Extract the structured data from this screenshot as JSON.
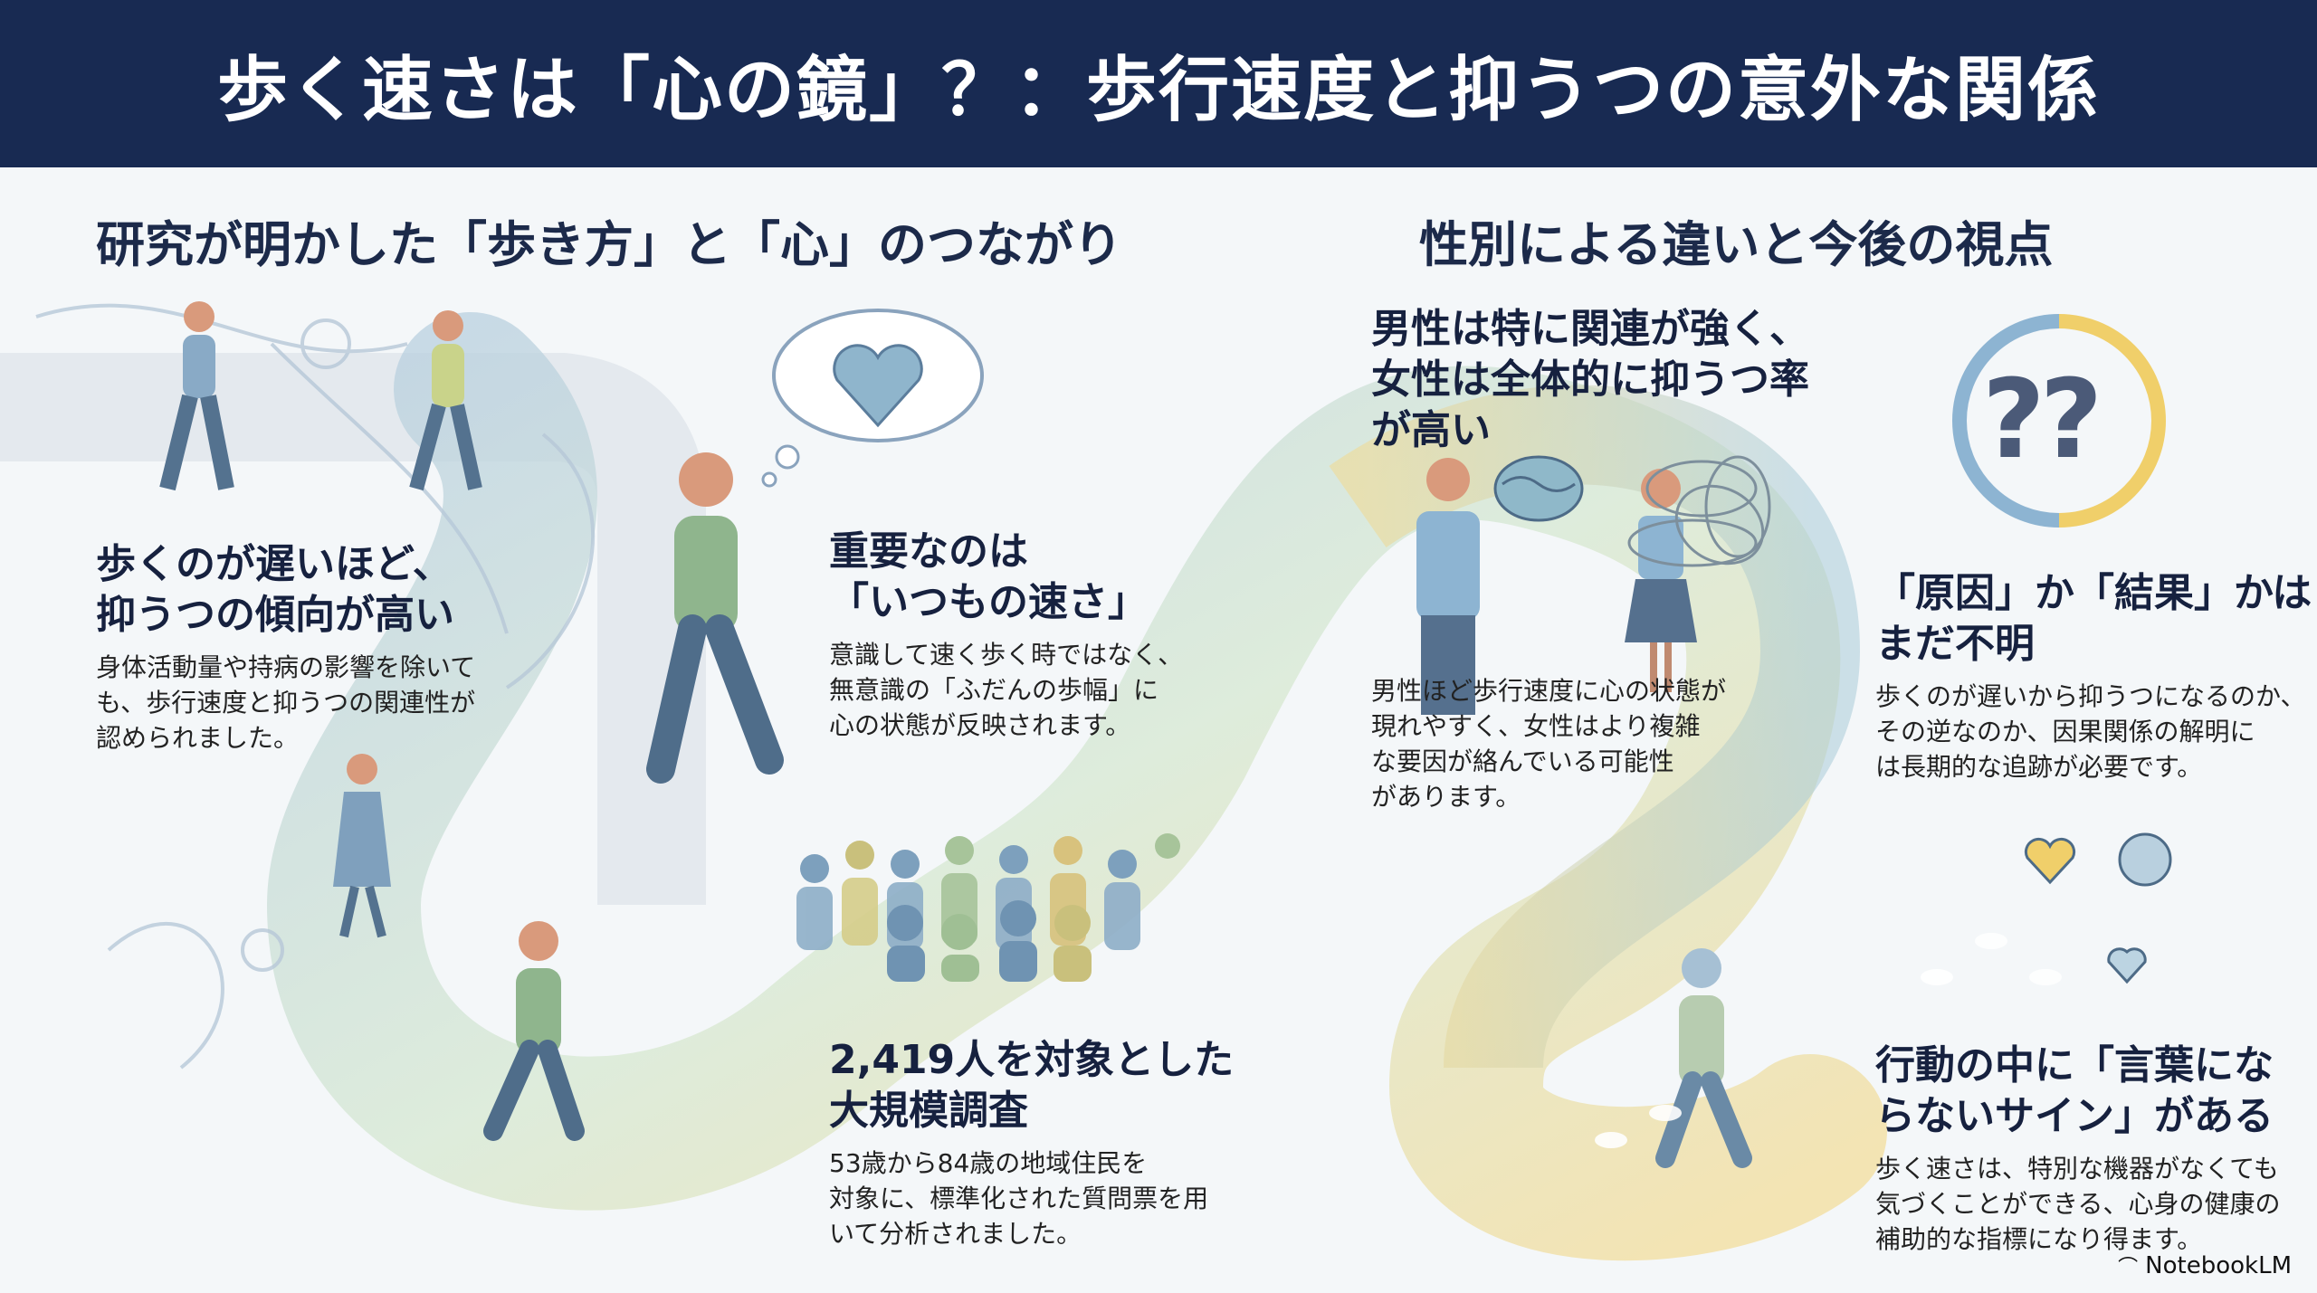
{
  "header": {
    "title": "歩く速さは「心の鏡」？：歩行速度と抑うつの意外な関係"
  },
  "sections": {
    "left_heading": "研究が明かした「歩き方」と「心」のつながり",
    "right_heading": "性別による違いと今後の視点"
  },
  "blocks": [
    {
      "title": "歩くのが遅いほど、\n抑うつの傾向が高い",
      "body": "身体活動量や持病の影響を除いて\nも、歩行速度と抑うつの関連性が\n認められました。"
    },
    {
      "title": "重要なのは\n「いつもの速さ」",
      "body": "意識して速く歩く時ではなく、\n無意識の「ふだんの歩幅」に\n心の状態が反映されます。"
    },
    {
      "title": "2,419人を対象とした\n大規模調査",
      "body": "53歳から84歳の地域住民を\n対象に、標準化された質問票を用\nいて分析されました。"
    },
    {
      "title": "男性は特に関連が強く、\n女性は全体的に抑うつ率\nが高い",
      "body": "男性ほど歩行速度に心の状態が\n現れやすく、女性はより複雑\nな要因が絡んでいる可能性\nがあります。"
    },
    {
      "title": "「原因」か「結果」かは\nまだ不明",
      "body": "歩くのが遅いから抑うつになるのか、\nその逆なのか、因果関係の解明に\nは長期的な追跡が必要です。"
    },
    {
      "title": "行動の中に「言葉にな\nらないサイン」がある",
      "body": "歩く速さは、特別な機器がなくても\n気づくことができる、心身の健康の\n補助的な指標になり得ます。"
    }
  ],
  "question_marks": "??",
  "brand": "NotebookLM",
  "colors": {
    "header": "#182a52",
    "ribbon_blue": "#a9c4d6",
    "ribbon_yellow": "#f3dc9a",
    "ribbon_green": "#cfe3c4",
    "figure": "#5f86a6"
  }
}
